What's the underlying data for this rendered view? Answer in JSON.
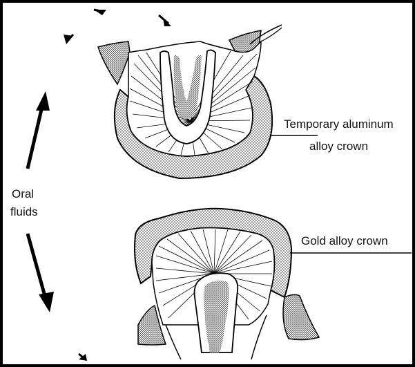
{
  "labels": {
    "temporary_crown_line1": "Temporary aluminum",
    "temporary_crown_line2": "alloy crown",
    "gold_crown": "Gold alloy crown",
    "oral_fluids_line1": "Oral",
    "oral_fluids_line2": "fluids"
  },
  "colors": {
    "border": "#000000",
    "background": "#ffffff",
    "ink": "#111111",
    "crown_stipple": "#9a9a9a",
    "gum_stipple": "#a8a8a8"
  },
  "icons": [
    "arrow-icon"
  ]
}
